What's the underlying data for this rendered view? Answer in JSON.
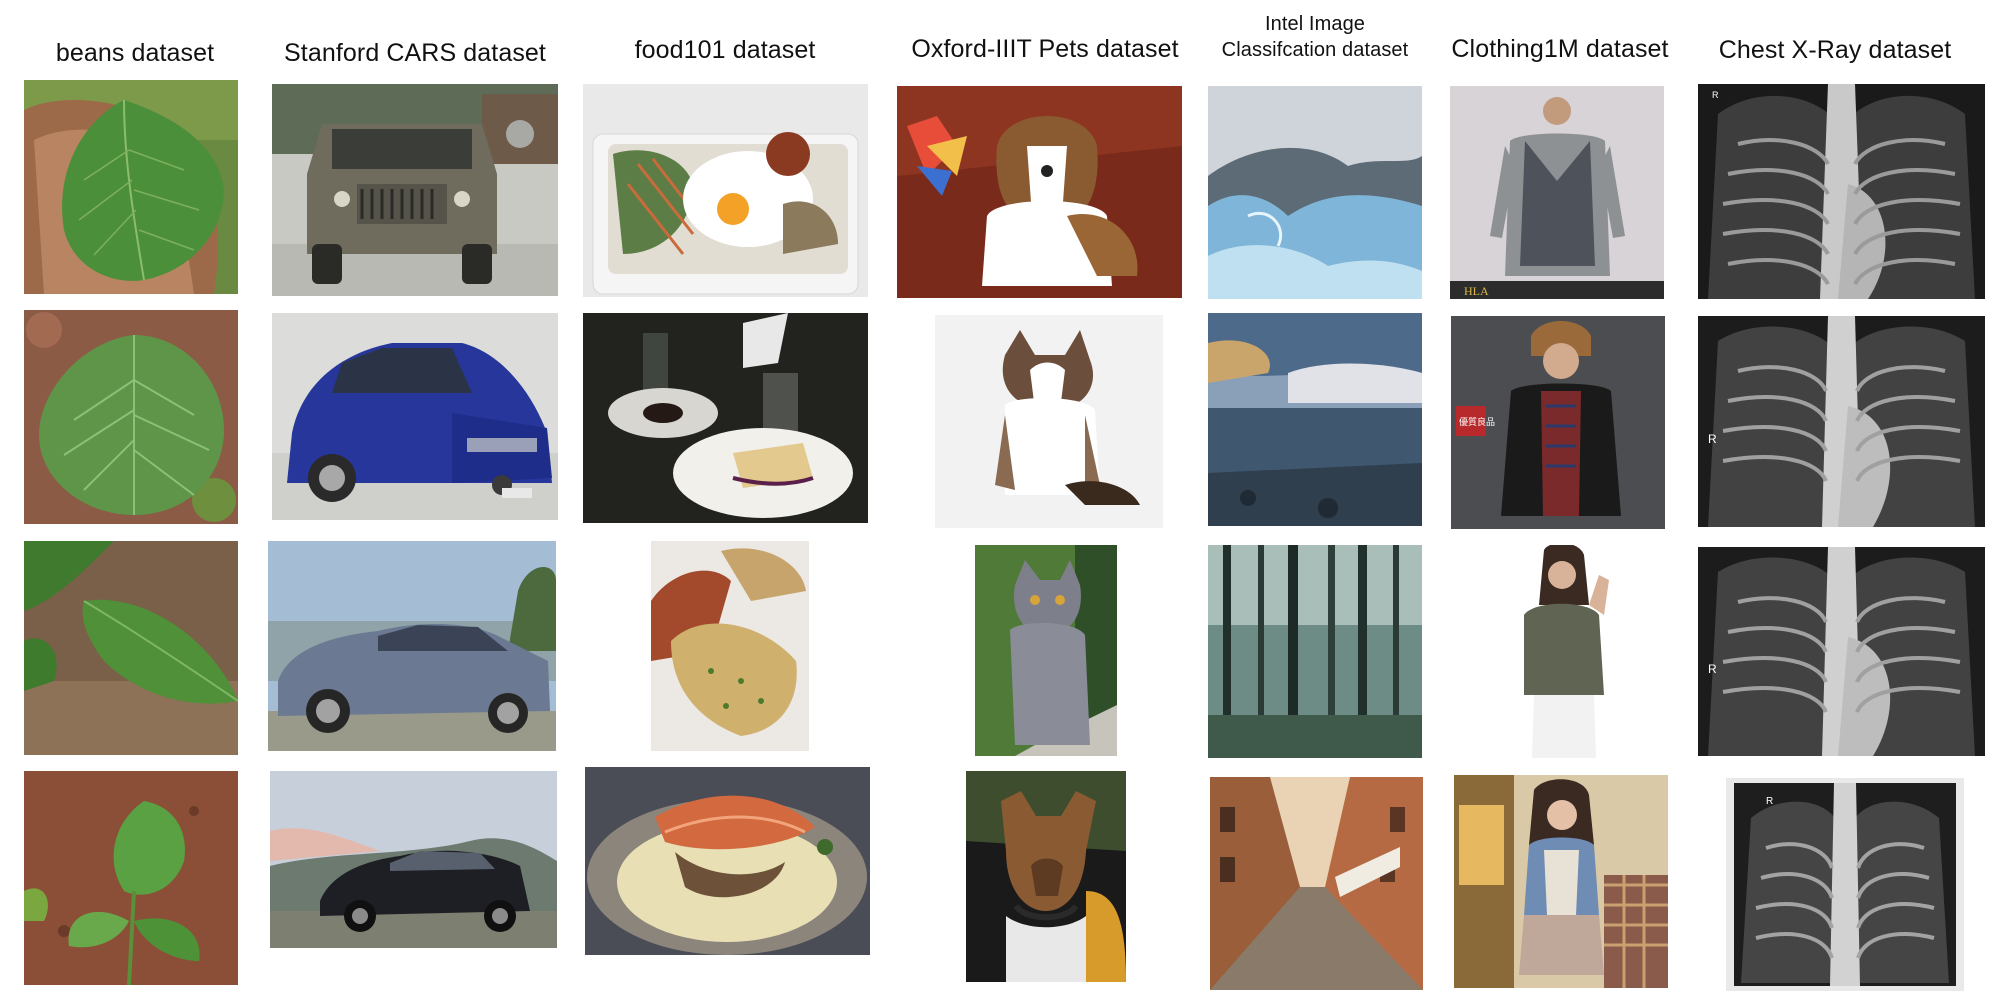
{
  "figure": {
    "columns": [
      {
        "title": "beans dataset"
      },
      {
        "title": "Stanford CARS dataset"
      },
      {
        "title": "food101 dataset"
      },
      {
        "title": "Oxford-IIIT Pets dataset"
      },
      {
        "title_line1": "Intel Image",
        "title_line2": "Classifcation dataset"
      },
      {
        "title": "Clothing1M dataset"
      },
      {
        "title": "Chest X-Ray dataset"
      }
    ],
    "clothing_brand": "HLA",
    "clothing_stamp": "優質良品",
    "xray_marker": "R"
  }
}
